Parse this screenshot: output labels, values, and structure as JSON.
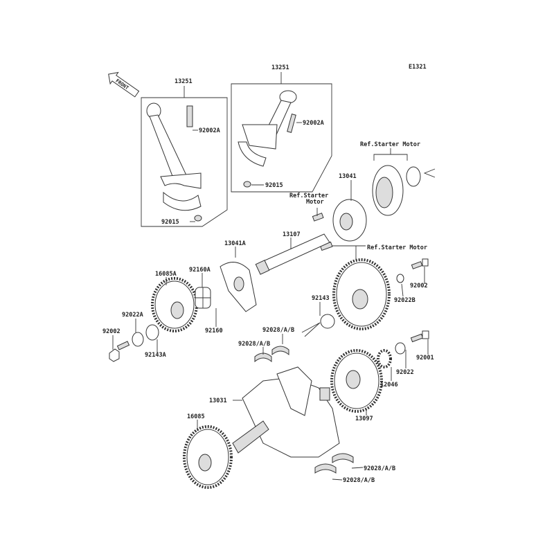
{
  "diagram": {
    "code": "E1321",
    "front_label": "FRONT",
    "labels": {
      "rod_left": "13251",
      "rod_right": "13251",
      "bolt_left": "92002A",
      "bolt_right": "92002A",
      "nut_left": "92015",
      "nut_right": "92015",
      "ref_starter_top": "Ref.Starter Motor",
      "clutch_13041": "13041",
      "ref_starter_mid_1": "Ref.Starter",
      "ref_starter_mid_2": "Motor",
      "shaft_13107": "13107",
      "hub_13041A": "13041A",
      "ref_starter_low": "Ref.Starter Motor",
      "gear_16085A": "16085A",
      "damper_92160A": "92160A",
      "bolt_92002_right": "92002",
      "washer_92022B": "92022B",
      "bushing_92143": "92143",
      "washer_92022A": "92022A",
      "bolt_92002_left": "92002",
      "damper_92160": "92160",
      "bearing_upper_1": "92028/A/B",
      "bearing_upper_2": "92028/A/B",
      "collar_92143A": "92143A",
      "bolt_92001": "92001",
      "washer_92022": "92022",
      "gear_12046": "12046",
      "crankshaft_13031": "13031",
      "gear_13097": "13097",
      "gear_16085": "16085",
      "bearing_lower_1": "92028/A/B",
      "bearing_lower_2": "92028/A/B"
    }
  }
}
